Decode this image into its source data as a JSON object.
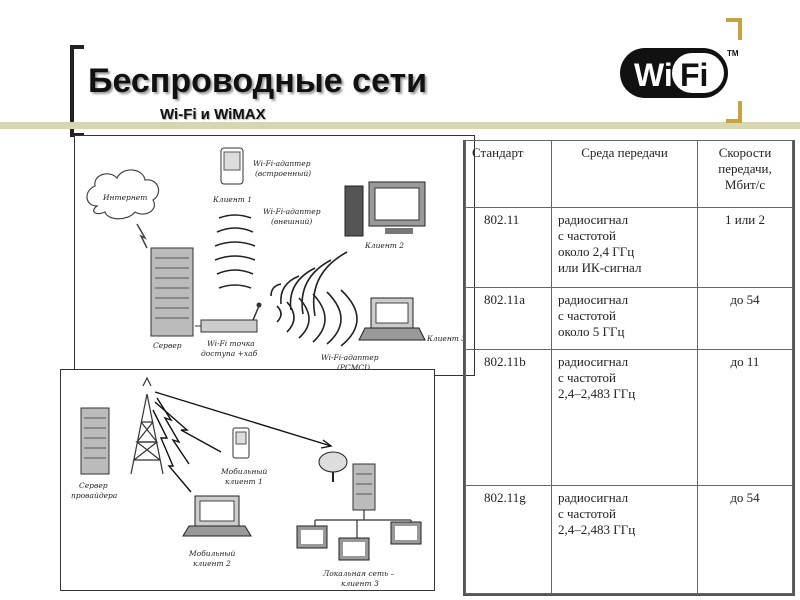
{
  "slide": {
    "title": "Беспроводные сети",
    "subtitle": "Wi-Fi и WiMAX"
  },
  "logo": {
    "text": "Wi",
    "text2": "Fi",
    "tm": "TM"
  },
  "fig1": {
    "internet": "Интернет",
    "client1": "Клиент 1",
    "adapter_builtin_1": "Wi-Fi-адаптер",
    "adapter_builtin_2": "(встроенный)",
    "adapter_external_1": "Wi-Fi-адаптер",
    "adapter_external_2": "(внешний)",
    "client2": "Клиент 2",
    "server": "Сервер",
    "ap_1": "Wi-Fi точка",
    "ap_2": "доступа +хаб",
    "adapter_pcmci_1": "Wi-Fi-адаптер",
    "adapter_pcmci_2": "(PCMCI)",
    "client3": "Клиент 3"
  },
  "fig2": {
    "provider_1": "Сервер",
    "provider_2": "провайдера",
    "mobile1_1": "Мобильный",
    "mobile1_2": "клиент 1",
    "mobile2_1": "Мобильный",
    "mobile2_2": "клиент 2",
    "lan_1": "Локальная сеть –",
    "lan_2": "клиент 3"
  },
  "table": {
    "headers": [
      "Стандарт",
      "Среда передачи",
      "Скорости\nпередачи,\nМбит/с"
    ],
    "rows": [
      {
        "standard": "802.11",
        "medium": "радиосигнал\nс частотой\nоколо 2,4 ГГц\nили ИК-сигнал",
        "speed": "1 или 2"
      },
      {
        "standard": "802.11a",
        "medium": "радиосигнал\nс частотой\nоколо 5 ГГц",
        "speed": "до 54"
      },
      {
        "standard": "802.11b",
        "medium": "радиосигнал\nс частотой\n2,4–2,483 ГГц",
        "speed": "до 11"
      },
      {
        "standard": "802.11g",
        "medium": "радиосигнал\nс частотой\n2,4–2,483 ГГц",
        "speed": "до 54"
      }
    ]
  }
}
